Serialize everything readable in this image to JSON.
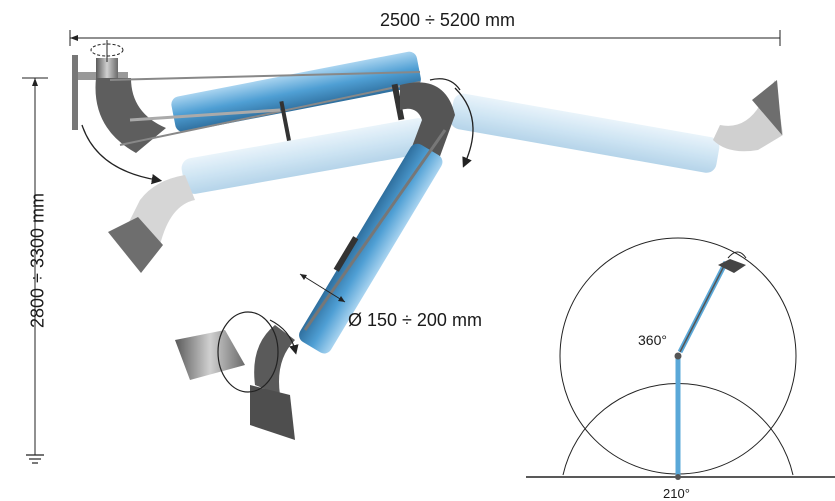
{
  "labels": {
    "width_range": "2500 ÷ 5200 mm",
    "height_range": "2800 ÷ 3300 mm",
    "diameter_range": "Ø 150 ÷ 200 mm",
    "rotation_360": "360°",
    "rotation_210": "210°"
  },
  "colors": {
    "tube_blue": "#5aa8d8",
    "tube_blue_ghost": "#c9e2f2",
    "metal_grey": "#6e6e6e",
    "line": "#222222"
  },
  "icons": [
    "wall-bracket-icon",
    "hood-icon",
    "rotation-arrow-icon",
    "ground-symbol-icon"
  ]
}
